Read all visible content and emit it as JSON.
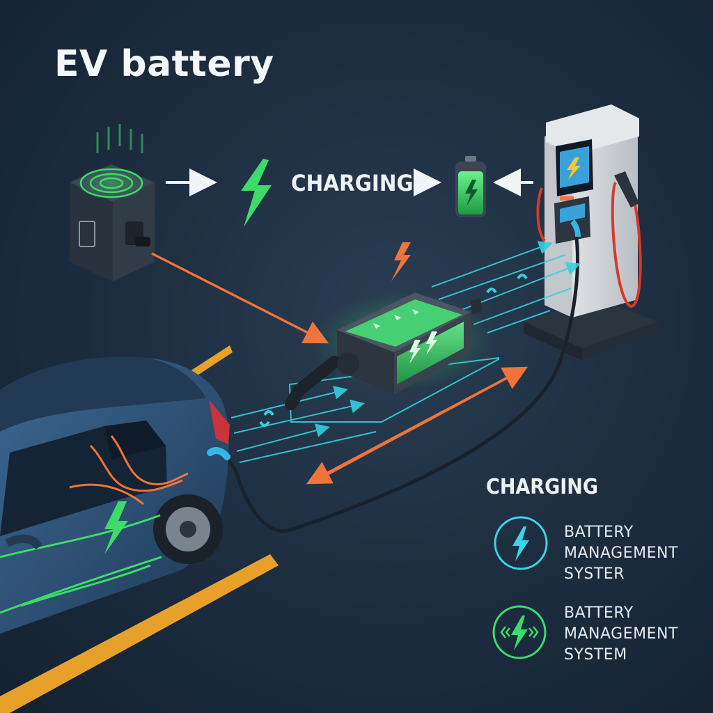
{
  "title": "EV battery",
  "flow": {
    "label": "CHARGING",
    "label_arrow": "→"
  },
  "legend": {
    "heading": "CHARGING",
    "items": [
      {
        "icon": "lightning-circle-icon",
        "color": "#3fd3e6",
        "lines": [
          "BATTERY",
          "MANAGEMENT",
          "SYSTER"
        ]
      },
      {
        "icon": "lightning-waves-circle-icon",
        "color": "#3ddc6a",
        "lines": [
          "BATTERY",
          "MANAGEMENT",
          "SYSTEM"
        ]
      }
    ]
  },
  "colors": {
    "background": "#1e2f42",
    "cyan": "#35d0e0",
    "green": "#39d96a",
    "orange": "#f0743a",
    "road_line": "#e7a12b",
    "car_body": "#2f5478",
    "station": "#d9dde1"
  }
}
